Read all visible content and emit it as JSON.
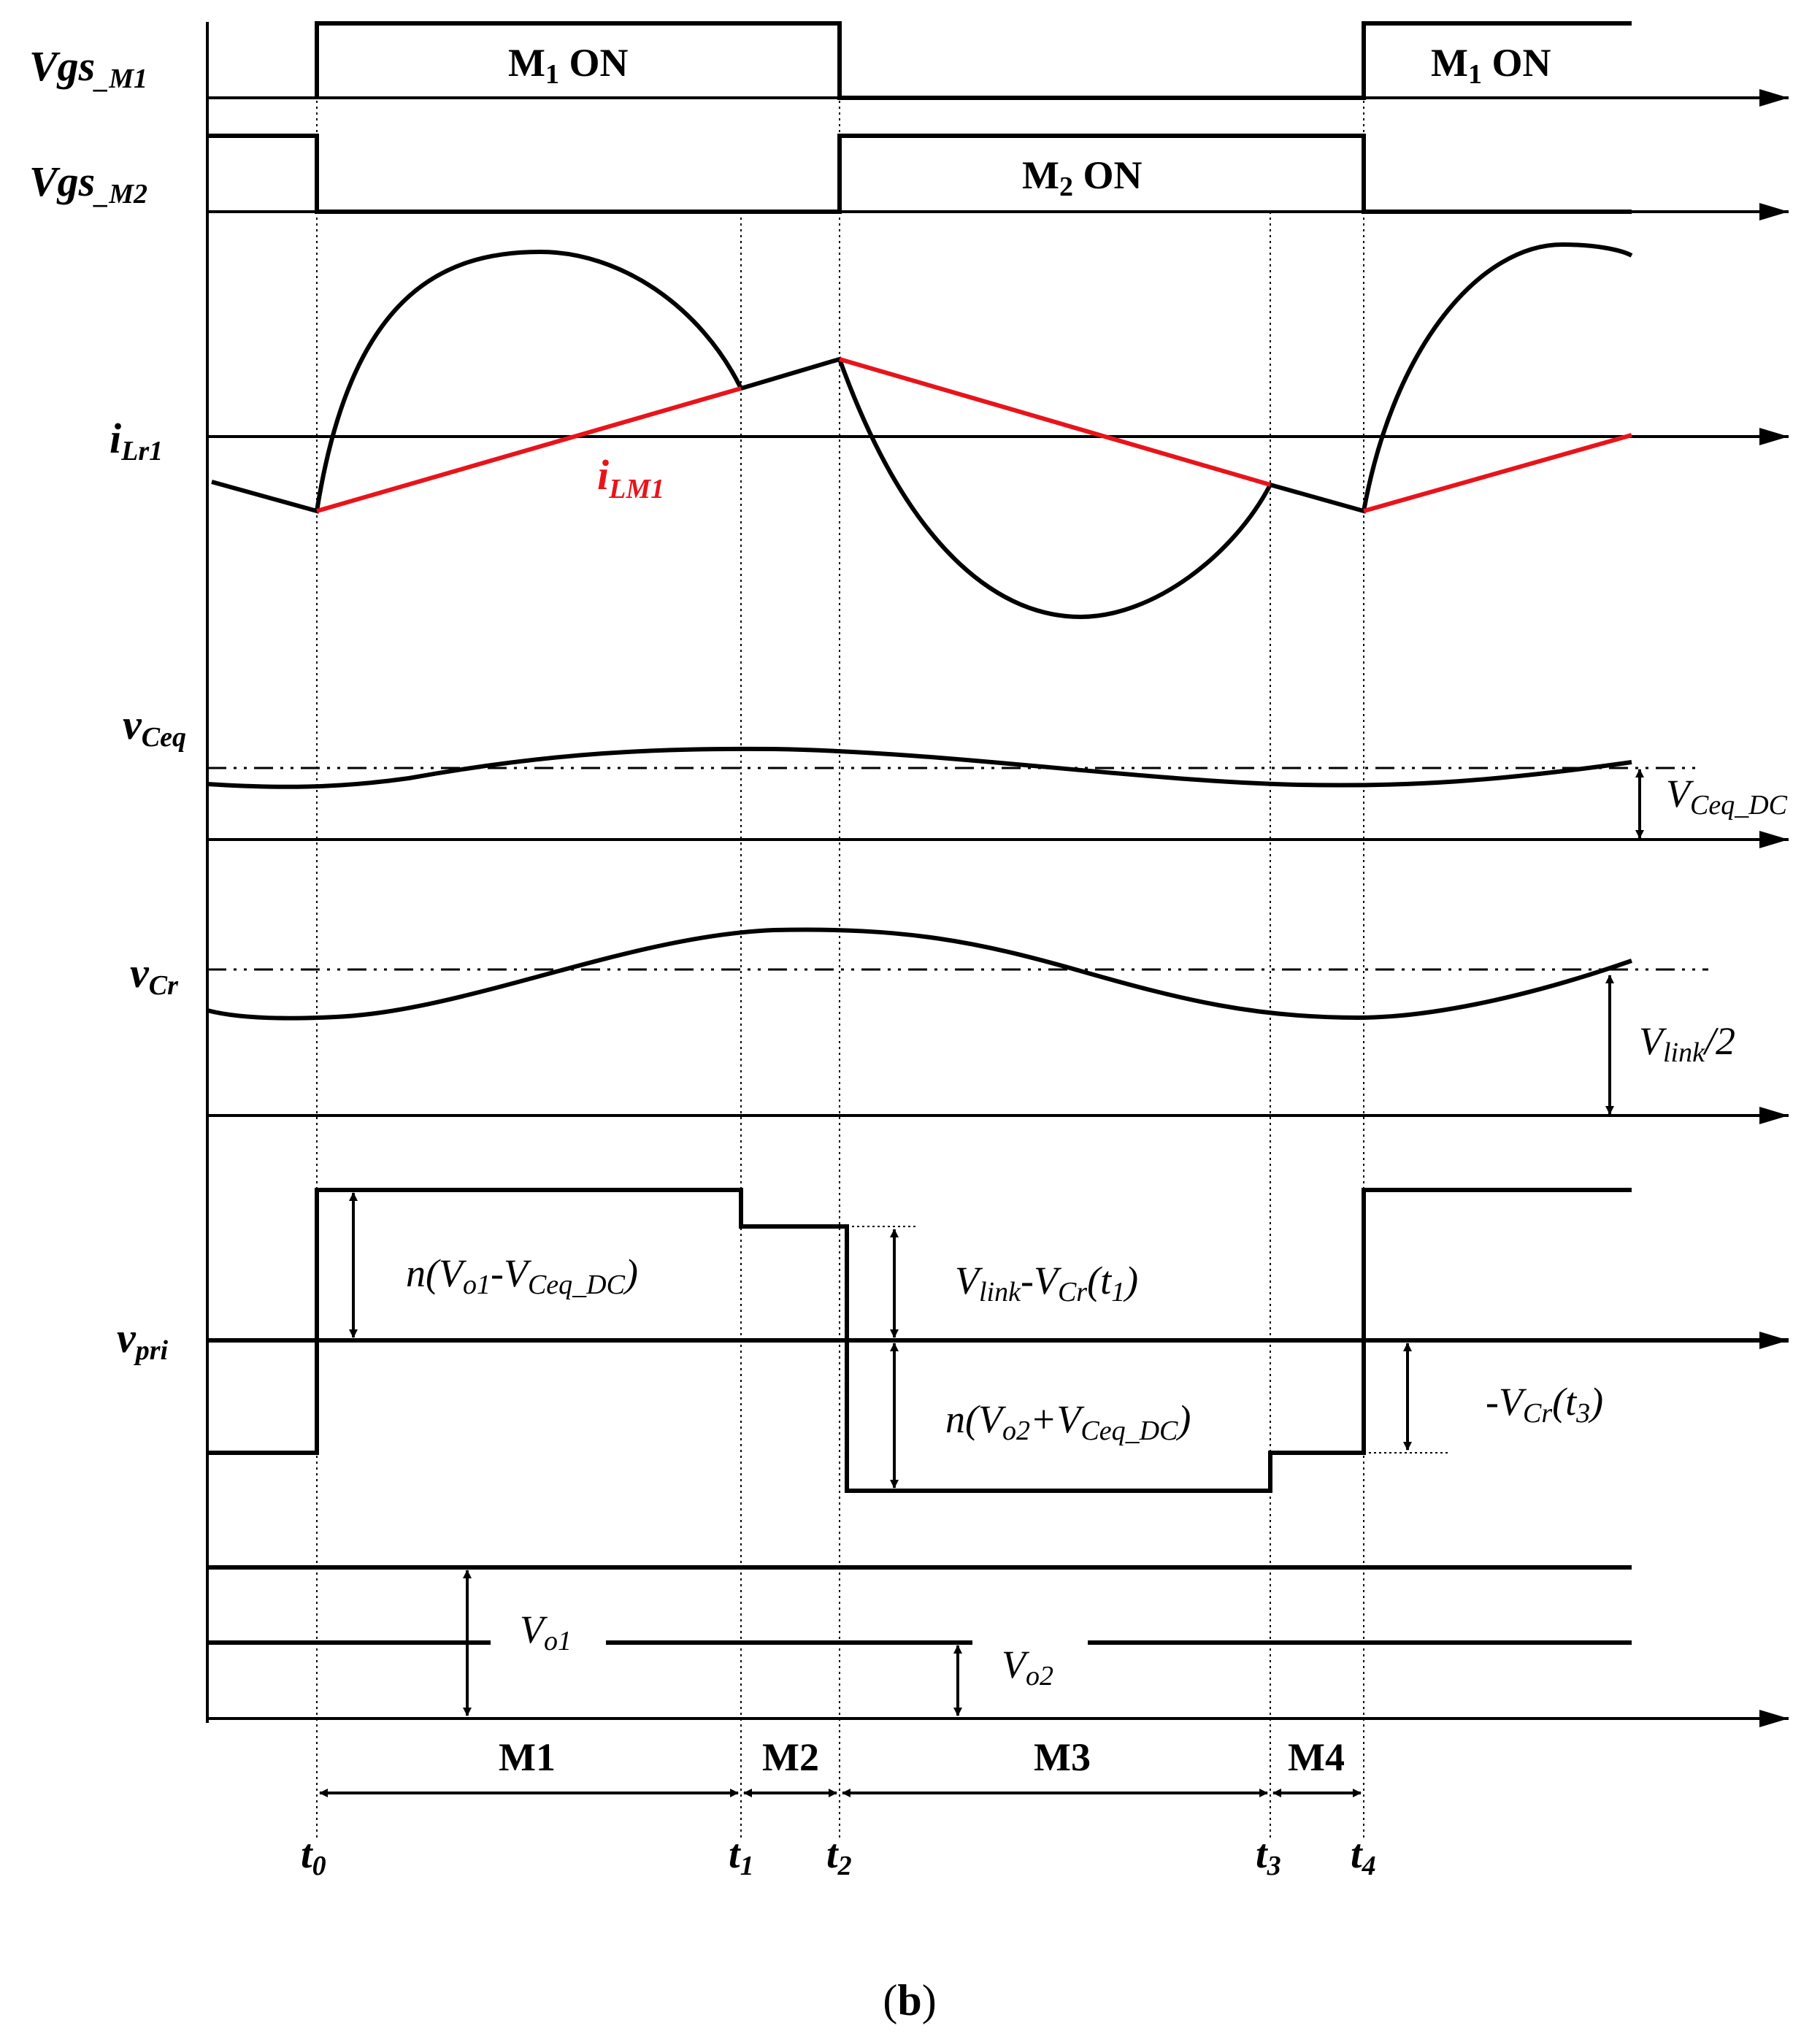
{
  "signals": {
    "vgs_m1": {
      "main": "Vgs",
      "sub": "_M1"
    },
    "vgs_m2": {
      "main": "Vgs",
      "sub": "_M2"
    },
    "i_lr1": {
      "main": "i",
      "sub": "Lr1"
    },
    "i_lm1": {
      "main": "i",
      "sub": "LM1"
    },
    "v_ceq": {
      "main": "v",
      "sub": "Ceq"
    },
    "v_cr": {
      "main": "v",
      "sub": "Cr"
    },
    "v_pri": {
      "main": "v",
      "sub": "pri"
    }
  },
  "gate_labels": {
    "m1_on_a": {
      "pre": "M",
      "sub": "1",
      "post": " ON"
    },
    "m2_on": {
      "pre": "M",
      "sub": "2",
      "post": " ON"
    },
    "m1_on_b": {
      "pre": "M",
      "sub": "1",
      "post": " ON"
    }
  },
  "annotations": {
    "vceq_dc": {
      "main": "V",
      "sub": "Ceq_DC"
    },
    "vlink_half": {
      "main": "V",
      "sub": "link",
      "post": "/2"
    },
    "n_vo1": {
      "a": "n(V",
      "b": "o1",
      "c": "-V",
      "d": "Ceq_DC",
      "e": ")"
    },
    "vlink_minus_vcr": {
      "a": "V",
      "b": "link",
      "c": "-V",
      "d": "Cr",
      "e": "(t",
      "f": "1",
      "g": ")"
    },
    "n_vo2": {
      "a": "n(V",
      "b": "o2",
      "c": "+V",
      "d": "Ceq_DC",
      "e": ")"
    },
    "neg_vcr_t3": {
      "a": "-V",
      "b": "Cr",
      "c": "(t",
      "d": "3",
      "e": ")"
    },
    "vo1": {
      "main": "V",
      "sub": "o1"
    },
    "vo2": {
      "main": "V",
      "sub": "o2"
    }
  },
  "intervals": [
    "M1",
    "M2",
    "M3",
    "M4"
  ],
  "time_marks": [
    {
      "main": "t",
      "sub": "0"
    },
    {
      "main": "t",
      "sub": "1"
    },
    {
      "main": "t",
      "sub": "2"
    },
    {
      "main": "t",
      "sub": "3"
    },
    {
      "main": "t",
      "sub": "4"
    }
  ],
  "caption": {
    "open": "(",
    "letter": "b",
    "close": ")"
  },
  "colors": {
    "line": "#000000",
    "magnetizing_current": "#e8141b"
  }
}
